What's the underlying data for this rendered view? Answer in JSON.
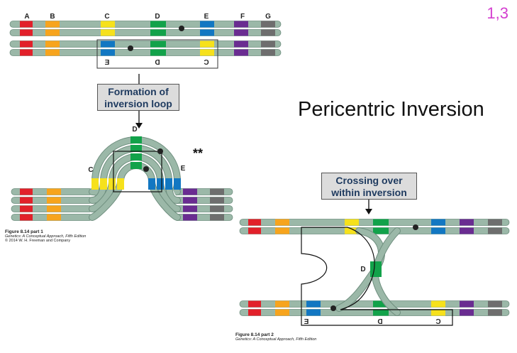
{
  "slide_number": "1,3",
  "title": "Pericentric Inversion",
  "annotation_stars": "**",
  "callouts": {
    "formation": [
      "Formation of",
      "inversion loop"
    ],
    "crossing": [
      "Crossing over",
      "within inversion"
    ]
  },
  "gene_labels": [
    "A",
    "B",
    "C",
    "D",
    "E",
    "F",
    "G"
  ],
  "inverted_labels": [
    "E",
    "D",
    "C"
  ],
  "loop_labels": {
    "c": "C",
    "d": "D",
    "e": "E"
  },
  "crossing_label_d": "D",
  "figure_captions": {
    "part1": {
      "title": "Figure 8.14 part 1",
      "book": "Genetics: A Conceptual Approach, Fifth Edition",
      "copyright": "© 2014 W. H. Freeman and Company"
    },
    "part2": {
      "title": "Figure 8.14 part 2",
      "book": "Genetics: A Conceptual Approach, Fifth Edition"
    }
  },
  "colors": {
    "chromatid": "#9bb8a8",
    "chromatid_edge": "#6f8f7f",
    "red": "#e2202a",
    "orange": "#f7a41d",
    "yellow": "#f6e11c",
    "green": "#12a24a",
    "blue": "#1277c2",
    "purple": "#6a2c91",
    "gray": "#6e6e6e",
    "slide_number": "#d43fd0",
    "callout_text": "#1e3a5f"
  }
}
